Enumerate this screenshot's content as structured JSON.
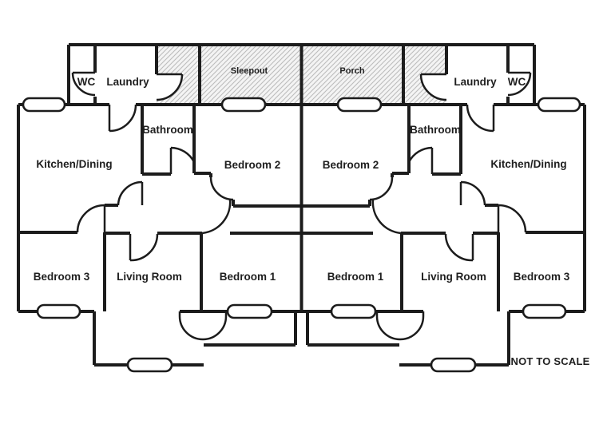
{
  "floorplan": {
    "type": "duplex-floor-plan",
    "note": "NOT TO SCALE",
    "rooms": {
      "wc": "WC",
      "laundry": "Laundry",
      "sleepout": "Sleepout",
      "porch": "Porch",
      "bathroom": "Bathroom",
      "kitchen_dining": "Kitchen/Dining",
      "bedroom1": "Bedroom 1",
      "bedroom2": "Bedroom 2",
      "bedroom3": "Bedroom 3",
      "living_room": "Living Room"
    },
    "symbols": {
      "window": "pill-shaped window",
      "door": "quarter-arc swing door",
      "step": "semicircular back step",
      "hatch": "diagonal-hatch outdoor area"
    },
    "colors": {
      "wall": "#1c1c1c",
      "hatch_line": "#bcbcbc",
      "hatch_bg": "#f4f4f4",
      "background": "#ffffff"
    }
  }
}
